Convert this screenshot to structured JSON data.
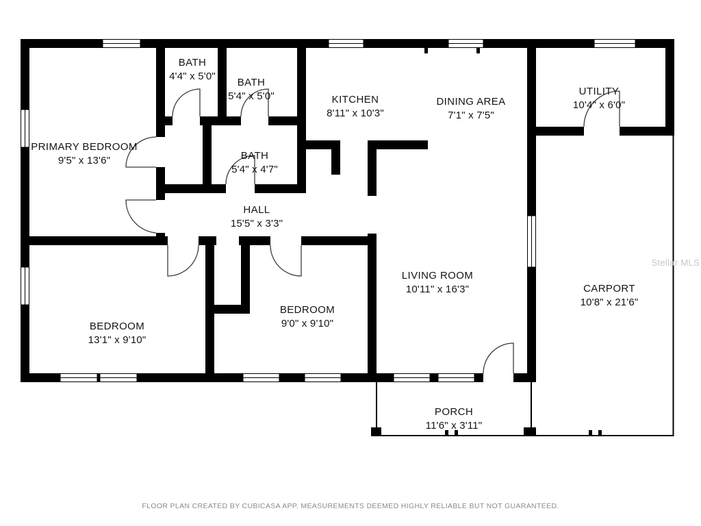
{
  "page": {
    "watermark": "Stellar MLS",
    "footer_disclaimer": "FLOOR PLAN CREATED BY CUBICASA APP. MEASUREMENTS DEEMED HIGHLY RELIABLE BUT NOT GUARANTEED."
  },
  "floorplan": {
    "wall_color": "#000000",
    "background_color": "#ffffff",
    "rooms": [
      {
        "id": "bath-1",
        "name": "BATH",
        "dims": "4'4\" x 5'0\""
      },
      {
        "id": "bath-2",
        "name": "BATH",
        "dims": "5'4\" x 5'0\""
      },
      {
        "id": "kitchen",
        "name": "KITCHEN",
        "dims": "8'11\" x 10'3\""
      },
      {
        "id": "dining-area",
        "name": "DINING AREA",
        "dims": "7'1\" x 7'5\""
      },
      {
        "id": "utility",
        "name": "UTILITY",
        "dims": "10'4\" x 6'0\""
      },
      {
        "id": "primary-bedroom",
        "name": "PRIMARY BEDROOM",
        "dims": "9'5\" x 13'6\""
      },
      {
        "id": "bath-3",
        "name": "BATH",
        "dims": "5'4\" x 4'7\""
      },
      {
        "id": "hall",
        "name": "HALL",
        "dims": "15'5\" x 3'3\""
      },
      {
        "id": "living-room",
        "name": "LIVING ROOM",
        "dims": "10'11\" x 16'3\""
      },
      {
        "id": "carport",
        "name": "CARPORT",
        "dims": "10'8\" x 21'6\""
      },
      {
        "id": "bedroom-left",
        "name": "BEDROOM",
        "dims": "13'1\" x 9'10\""
      },
      {
        "id": "bedroom-middle",
        "name": "BEDROOM",
        "dims": "9'0\" x 9'10\""
      },
      {
        "id": "porch",
        "name": "PORCH",
        "dims": "11'6\" x 3'11\""
      }
    ]
  }
}
